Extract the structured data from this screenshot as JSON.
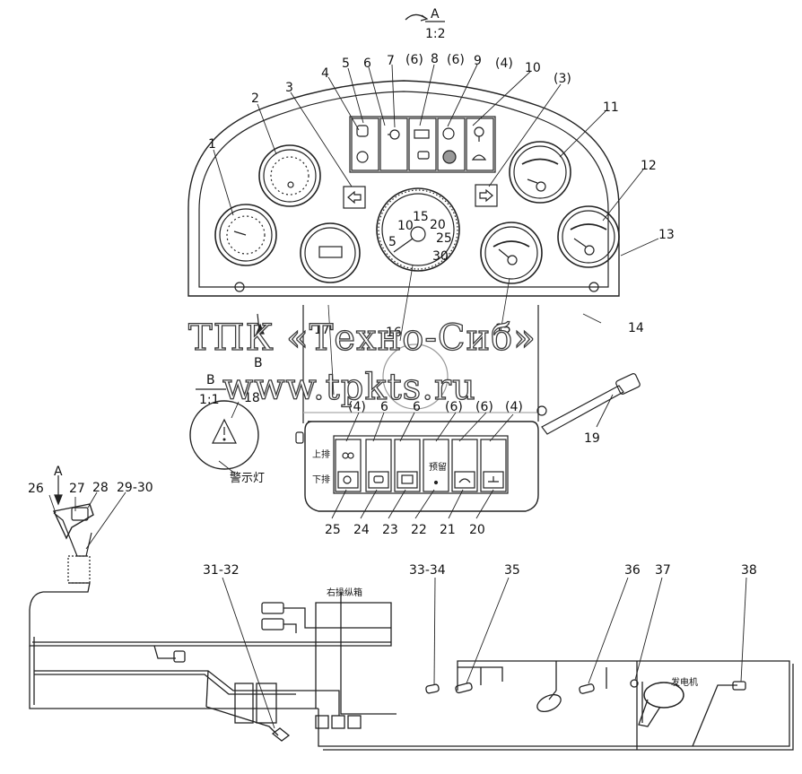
{
  "section_marker": {
    "letter": "A",
    "scale": "1:2"
  },
  "callouts": {
    "c1": "1",
    "c2": "2",
    "c3": "3",
    "c4": "4",
    "c5": "5",
    "c6": "6",
    "c7": "7",
    "c6a": "(6)",
    "c8": "8",
    "c6b": "(6)",
    "c9": "9",
    "c4a": "(4)",
    "c10": "10",
    "c3a": "(3)",
    "c11": "11",
    "c12": "12",
    "c13": "13",
    "c14": "14",
    "c15": "15",
    "c16": "16",
    "c17": "17",
    "c18": "18",
    "c19": "19",
    "c20": "20",
    "c21": "21",
    "c22": "22",
    "c23": "23",
    "c24": "24",
    "c25": "25",
    "c26": "26",
    "c27": "27",
    "c28": "28",
    "c29_30": "29-30",
    "c31_32": "31-32",
    "c33_34": "33-34",
    "c35": "35",
    "c36": "36",
    "c37": "37",
    "c38": "38",
    "s4a": "(4)",
    "s6a": "6",
    "s6b": "6",
    "s6c": "(6)",
    "s6d": "(6)",
    "s4b": "(4)"
  },
  "speedometer_ticks": [
    "5",
    "10",
    "15",
    "20",
    "25",
    "30"
  ],
  "view_b": {
    "letter": "B",
    "scale": "1:1",
    "arrow_label": "B",
    "A_label": "A"
  },
  "switch_panel": {
    "upper_row": "上排",
    "lower_row": "下排",
    "reserved": "预留"
  },
  "warning_lamp_label": "警示灯",
  "right_control_box_label": "右操纵箱",
  "generator_label": "发电机",
  "watermark": {
    "line1": "ТПК «Техно-Сиб»",
    "line2": "www.tpkts.ru"
  }
}
